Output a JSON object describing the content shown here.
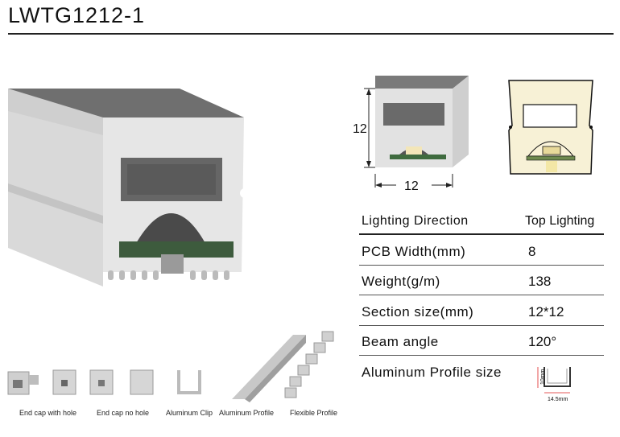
{
  "title": "LWTG1212-1",
  "dimensions": {
    "height_label": "12",
    "width_label": "12"
  },
  "specs": {
    "header": {
      "label": "Lighting Direction",
      "value": "Top Lighting"
    },
    "rows": [
      {
        "label": "PCB  Width(mm)",
        "value": "8"
      },
      {
        "label": "Weight(g/m)",
        "value": "138"
      },
      {
        "label": "Section size(mm)",
        "value": "12*12"
      },
      {
        "label": "Beam angle",
        "value": "120°"
      },
      {
        "label": "Aluminum Profile size",
        "value": ""
      }
    ]
  },
  "profile_size": {
    "height": "10mm",
    "width": "14.5mm"
  },
  "accessories": [
    {
      "label": "End cap with hole"
    },
    {
      "label": "End cap no hole"
    },
    {
      "label": "Aluminum Clip"
    },
    {
      "label": "Aluminum Profile"
    },
    {
      "label": "Flexible Profile"
    }
  ]
}
